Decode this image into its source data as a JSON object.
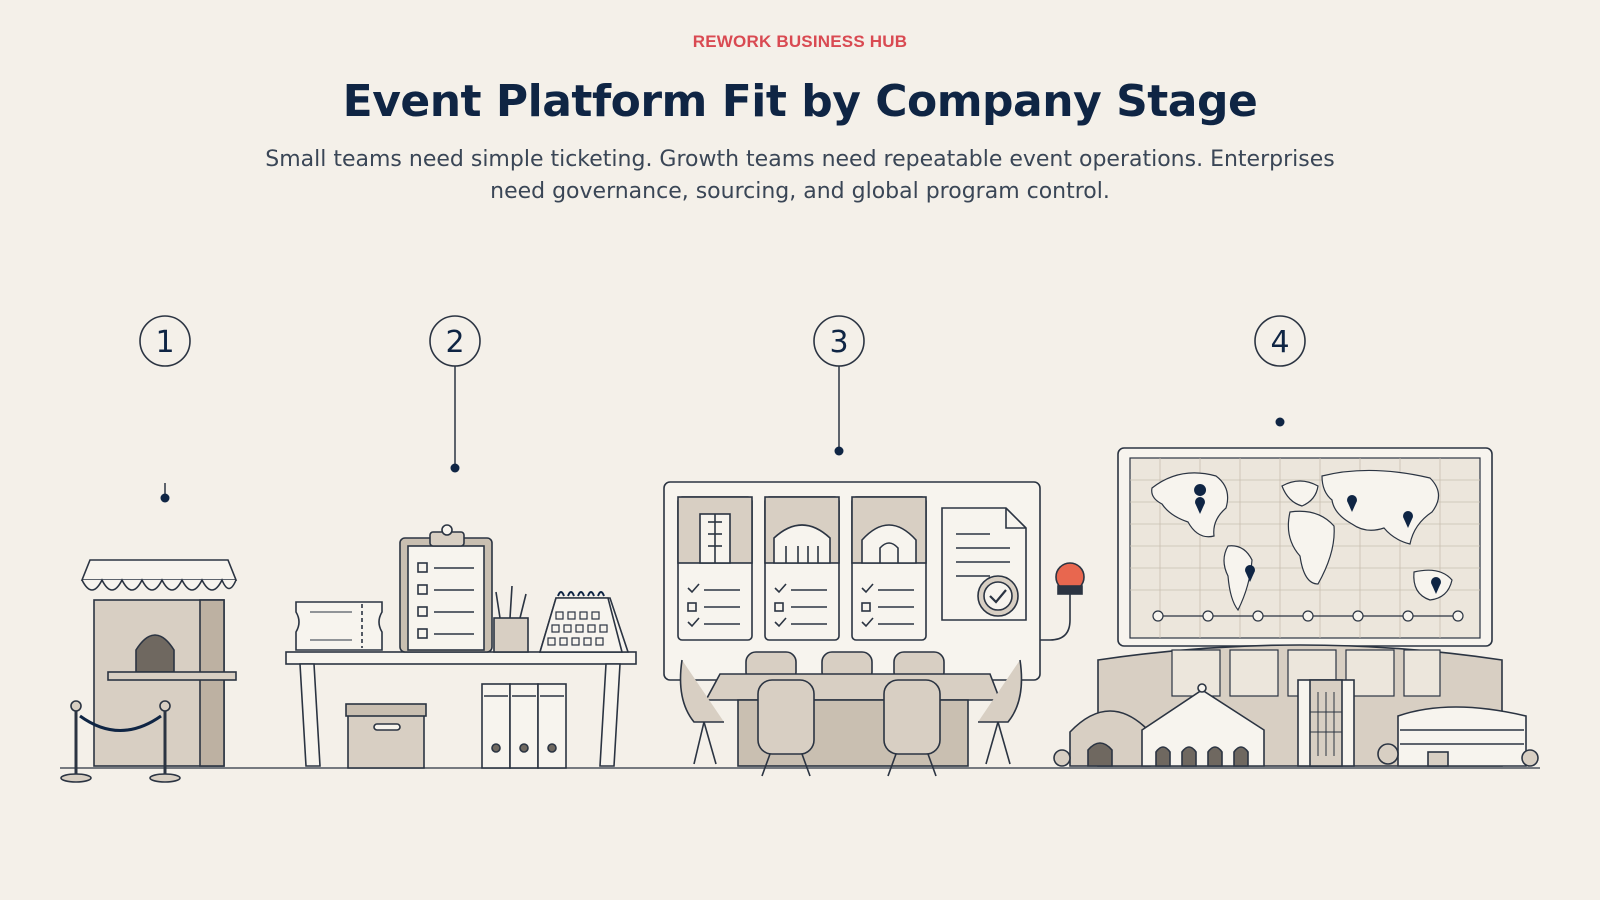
{
  "header": {
    "eyebrow": "REWORK BUSINESS HUB",
    "title": "Event Platform Fit by Company Stage",
    "subtitle": "Small teams need simple ticketing. Growth teams need repeatable event operations. Enterprises need governance, sourcing, and global program control."
  },
  "stages": [
    {
      "number": "1",
      "scene": "ticket-booth"
    },
    {
      "number": "2",
      "scene": "office-desk"
    },
    {
      "number": "3",
      "scene": "meeting-room"
    },
    {
      "number": "4",
      "scene": "global-campus"
    }
  ],
  "colors": {
    "background": "#f4f0e9",
    "accent": "#d94a52",
    "navy": "#0f2544",
    "line": "#2b3442",
    "fill": "#d8cfc3",
    "paper": "#f7f4ee",
    "alert": "#e8674f"
  }
}
